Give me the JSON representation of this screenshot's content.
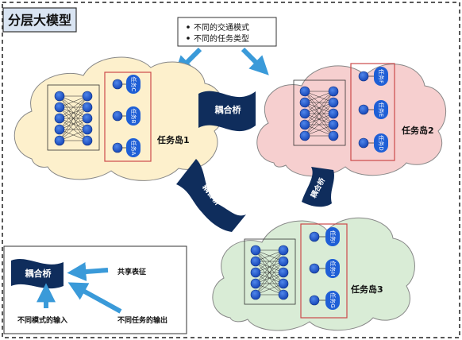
{
  "title": "分层大模型",
  "notes": [
    "不同的交通模式",
    "不同的任务类型"
  ],
  "islands": [
    {
      "label": "任务岛1",
      "tasks": [
        "任务C",
        "任务B",
        "任务A"
      ]
    },
    {
      "label": "任务岛2",
      "tasks": [
        "任务F",
        "任务E",
        "任务D"
      ]
    },
    {
      "label": "任务岛3",
      "tasks": [
        "任务I",
        "任务H",
        "任务G"
      ]
    }
  ],
  "bridge_label": "耦合桥",
  "legend": {
    "bridge_label": "耦合桥",
    "shared_label": "共享表征",
    "input_label": "不同模式的输入",
    "output_label": "不同任务的输出"
  },
  "colors": {
    "node_blue": "#1f5fd6",
    "bridge_navy": "#0f2d5c",
    "arrow_blue": "#3a9ad9",
    "island1": "#fdf0cc",
    "island2": "#f6cfcf",
    "island3": "#d9ecd6",
    "task_box": "#cc4a4a"
  }
}
